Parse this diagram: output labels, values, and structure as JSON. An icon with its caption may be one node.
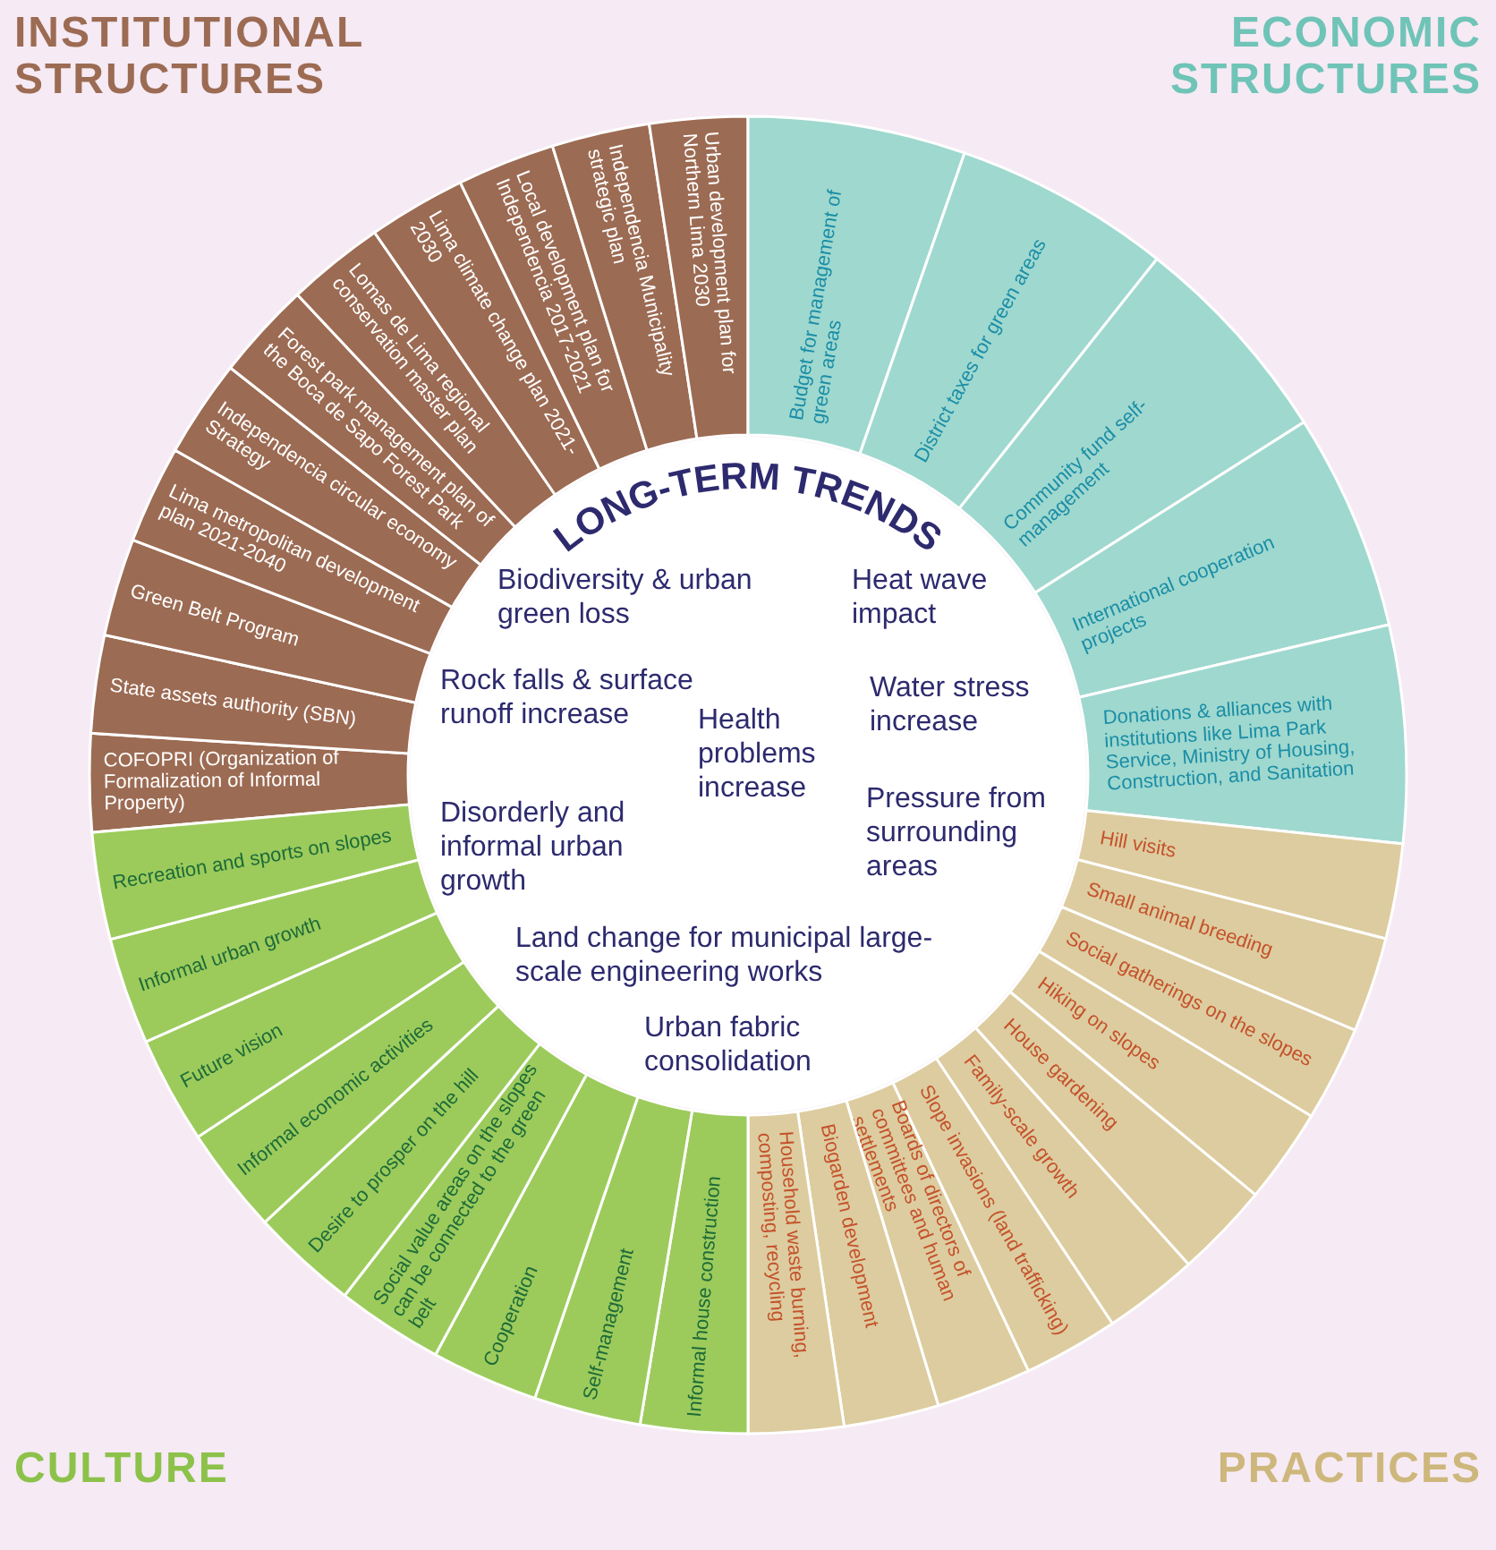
{
  "diagram": {
    "nodes": [
      {
        "text": [
          "LONG-TERM TRENDS",
          "Biodiversity & urban green loss",
          "Heat wave impact",
          "Rock falls & surface runoff increase",
          "Water stress increase",
          "Health problems increase",
          "Disorderly and informal urban growth",
          "Pressure from surrounding areas",
          "Land change for municipal large-scale engineering works",
          "Urban fabric consolidation"
        ]
      },
      {
        "text": [
          "INSTITUTIONAL STRUCTURES"
        ]
      },
      {
        "text": [
          "COFOPRI (Organization of Formalization of Informal Property)"
        ],
        "in": 1
      },
      {
        "text": [
          "State assets authority (SBN)"
        ],
        "in": 1
      },
      {
        "text": [
          "Green Belt Program"
        ],
        "in": 1
      },
      {
        "text": [
          "Lima metropolitan development plan 2021-2040"
        ],
        "in": 1
      },
      {
        "text": [
          "Independencia circular economy Strategy"
        ],
        "in": 1
      },
      {
        "text": [
          "Forest park management plan of the Boca de Sapo Forest Park"
        ],
        "in": 1
      },
      {
        "text": [
          "Lomas de Lima regional conservation master plan"
        ],
        "in": 1
      },
      {
        "text": [
          "Lima climate change plan 2021-2030"
        ],
        "in": 1
      },
      {
        "text": [
          "Local development plan for Independencia 2017-2021"
        ],
        "in": 1
      },
      {
        "text": [
          "Independencia Municipality strategic plan"
        ],
        "in": 1
      },
      {
        "text": [
          "Urban development plan for Northern Lima 2030"
        ],
        "in": 1
      },
      {
        "text": [
          "ECONOMIC STRUCTURES"
        ]
      },
      {
        "text": [
          "Budget for management of green areas"
        ],
        "in": 13
      },
      {
        "text": [
          "District taxes for green areas"
        ],
        "in": 13
      },
      {
        "text": [
          "Community fund self-management"
        ],
        "in": 13
      },
      {
        "text": [
          "International cooperation projects"
        ],
        "in": 13
      },
      {
        "text": [
          "Donations & alliances with institutions like Lima Park Service, Ministry of Housing, Construction, and Sanitation"
        ],
        "in": 13
      },
      {
        "text": [
          "PRACTICES"
        ]
      },
      {
        "text": [
          "Hill visits"
        ],
        "in": 19
      },
      {
        "text": [
          "Small animal breeding"
        ],
        "in": 19
      },
      {
        "text": [
          "Social gatherings on the slopes"
        ],
        "in": 19
      },
      {
        "text": [
          "Hiking on slopes"
        ],
        "in": 19
      },
      {
        "text": [
          "House gardening"
        ],
        "in": 19
      },
      {
        "text": [
          "Family-scale growth"
        ],
        "in": 19
      },
      {
        "text": [
          "Slope invasions (land trafficking)"
        ],
        "in": 19
      },
      {
        "text": [
          "Boards of directors of committees and human settlements"
        ],
        "in": 19
      },
      {
        "text": [
          "Biogarden development"
        ],
        "in": 19
      },
      {
        "text": [
          "Household waste burning, composting, recycling"
        ],
        "in": 19
      },
      {
        "text": [
          "CULTURE"
        ]
      },
      {
        "text": [
          "Informal house construction"
        ],
        "in": 30
      },
      {
        "text": [
          "Self-management"
        ],
        "in": 30
      },
      {
        "text": [
          "Cooperation"
        ],
        "in": 30
      },
      {
        "text": [
          "Social value areas on the slopes can be connected to the green belt"
        ],
        "in": 30
      },
      {
        "text": [
          "Desire to prosper on the hill"
        ],
        "in": 30
      },
      {
        "text": [
          "Informal economic activities"
        ],
        "in": 30
      },
      {
        "text": [
          "Future vision"
        ],
        "in": 30
      },
      {
        "text": [
          "Informal urban growth"
        ],
        "in": 30
      },
      {
        "text": [
          "Recreation and sports on slopes"
        ],
        "in": 30
      }
    ]
  }
}
